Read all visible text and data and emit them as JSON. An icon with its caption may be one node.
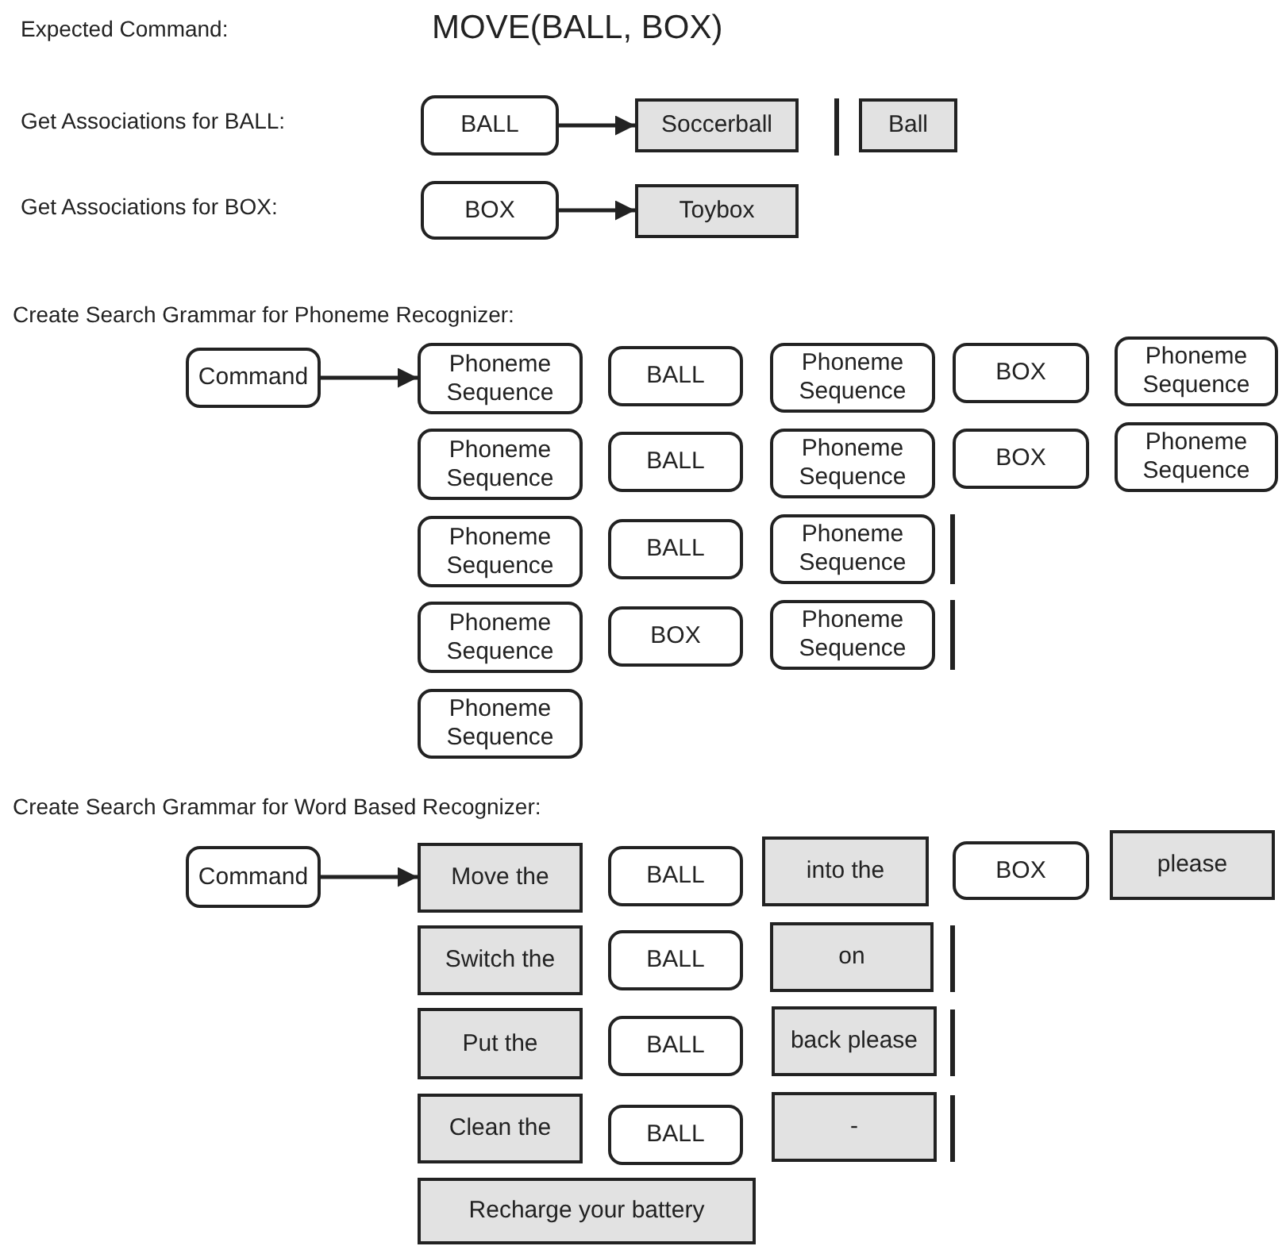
{
  "diagram": {
    "nodes": [
      {
        "text": [
          "BALL"
        ]
      },
      {
        "text": [
          "Soccerball"
        ]
      },
      {
        "text": [
          "Ball"
        ]
      },
      {
        "text": [
          "BOX"
        ]
      },
      {
        "text": [
          "Toybox"
        ]
      },
      {
        "text": [
          "Command"
        ]
      },
      {
        "text": [
          "Phoneme Sequence"
        ]
      },
      {
        "text": [
          "BALL"
        ]
      },
      {
        "text": [
          "Phoneme Sequence"
        ]
      },
      {
        "text": [
          "BOX"
        ]
      },
      {
        "text": [
          "Phoneme Sequence"
        ]
      },
      {
        "text": [
          "Phoneme Sequence"
        ]
      },
      {
        "text": [
          "BALL"
        ]
      },
      {
        "text": [
          "Phoneme Sequence"
        ]
      },
      {
        "text": [
          "BOX"
        ]
      },
      {
        "text": [
          "Phoneme Sequence"
        ]
      },
      {
        "text": [
          "Phoneme Sequence"
        ]
      },
      {
        "text": [
          "BALL"
        ]
      },
      {
        "text": [
          "Phoneme Sequence"
        ]
      },
      {
        "text": [
          "Phoneme Sequence"
        ]
      },
      {
        "text": [
          "BOX"
        ]
      },
      {
        "text": [
          "Phoneme Sequence"
        ]
      },
      {
        "text": [
          "Phoneme Sequence"
        ]
      },
      {
        "text": [
          "Command"
        ]
      },
      {
        "text": [
          "Move the"
        ]
      },
      {
        "text": [
          "BALL"
        ]
      },
      {
        "text": [
          "into the"
        ]
      },
      {
        "text": [
          "BOX"
        ]
      },
      {
        "text": [
          "please"
        ]
      },
      {
        "text": [
          "Switch the"
        ]
      },
      {
        "text": [
          "BALL"
        ]
      },
      {
        "text": [
          "on"
        ]
      },
      {
        "text": [
          "Put the"
        ]
      },
      {
        "text": [
          "BALL"
        ]
      },
      {
        "text": [
          "back please"
        ]
      },
      {
        "text": [
          "Clean the"
        ]
      },
      {
        "text": [
          "BALL"
        ]
      },
      {
        "text": [
          "-"
        ]
      },
      {
        "text": [
          "Recharge your battery"
        ]
      }
    ],
    "edges": [
      {
        "from": 0,
        "to": 1,
        "arrow": "to"
      },
      {
        "from": 3,
        "to": 4,
        "arrow": "to"
      },
      {
        "from": 5,
        "to": 6,
        "arrow": "to"
      },
      {
        "from": 23,
        "to": 24,
        "arrow": "to"
      }
    ],
    "labels": [
      "Expected Command:",
      "MOVE(BALL, BOX)",
      "Get Associations for BALL:",
      "Get Associations for BOX:",
      "Create Search Grammar for Phoneme Recognizer:",
      "Create Search Grammar for Word Based Recognizer:"
    ]
  }
}
